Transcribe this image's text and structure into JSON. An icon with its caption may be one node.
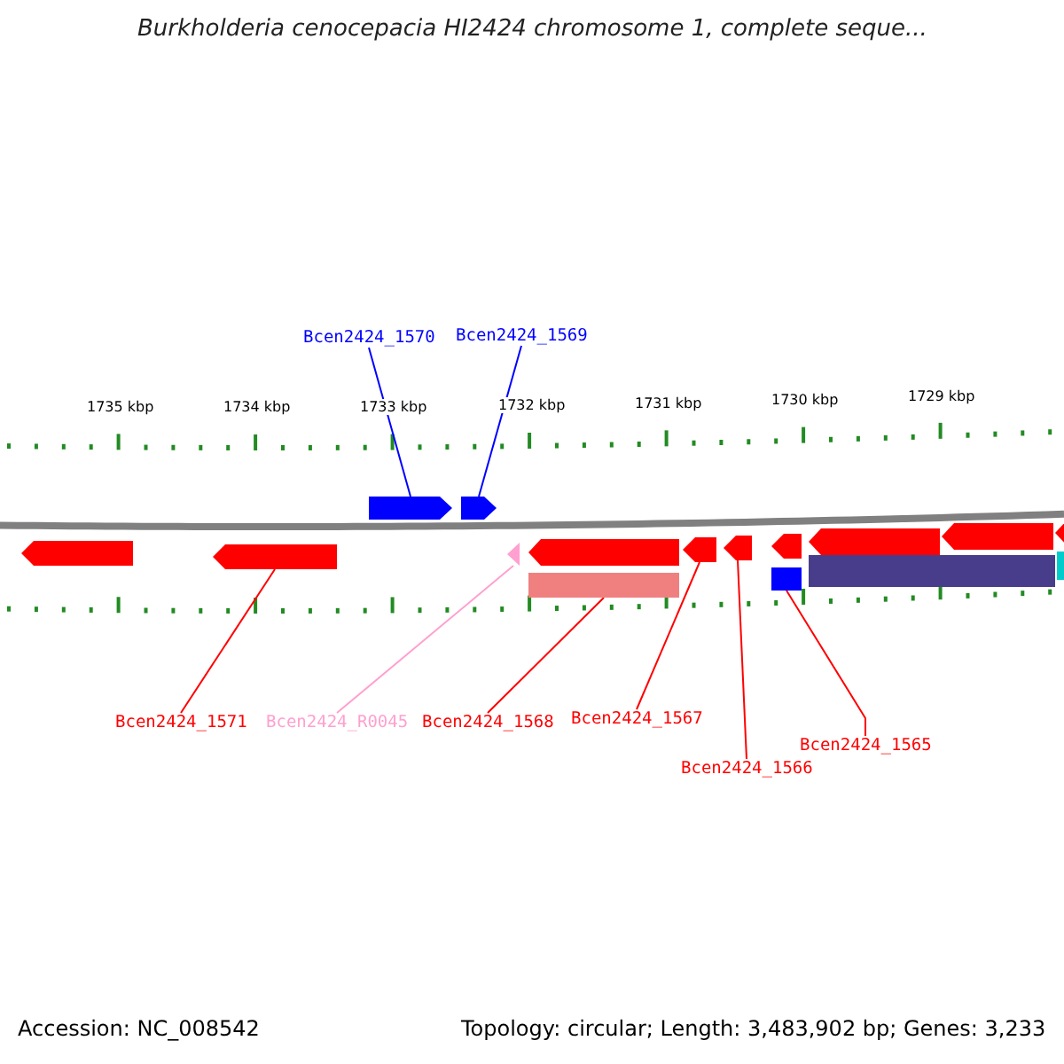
{
  "diagram": {
    "title": "Burkholderia cenocepacia HI2424 chromosome 1, complete seque...",
    "nodes": [
      {
        "text": [
          "Bcen2424_1570"
        ]
      },
      {
        "text": [
          "Bcen2424_1569"
        ]
      },
      {
        "text": [
          "Bcen2424_1571"
        ]
      },
      {
        "text": [
          "Bcen2424_R0045"
        ]
      },
      {
        "text": [
          "Bcen2424_1568"
        ]
      },
      {
        "text": [
          "Bcen2424_1567"
        ]
      },
      {
        "text": [
          "Bcen2424_1566"
        ]
      },
      {
        "text": [
          "Bcen2424_1565"
        ]
      },
      {
        "text": [],
        "shape": "arrow"
      },
      {
        "text": [],
        "shape": "arrow"
      },
      {
        "text": [],
        "shape": "arrow"
      },
      {
        "text": [],
        "shape": "arrow"
      },
      {
        "text": [],
        "shape": "arrow"
      },
      {
        "text": [],
        "shape": "arrow"
      },
      {
        "text": [],
        "shape": "arrow"
      },
      {
        "text": [],
        "shape": "arrow"
      },
      {
        "text": [],
        "shape": "arrow"
      },
      {
        "text": [],
        "shape": "arrow"
      },
      {
        "text": [],
        "shape": "arrow"
      },
      {
        "text": [],
        "shape": "arrow"
      },
      {
        "text": [],
        "shape": "bar"
      },
      {
        "text": [],
        "shape": "bar"
      },
      {
        "text": [],
        "shape": "bar"
      },
      {
        "text": [],
        "shape": "bar"
      }
    ],
    "edges": [
      {
        "from": 0,
        "to": 8,
        "arrow": "none",
        "color": "#0000ff"
      },
      {
        "from": 1,
        "to": 9,
        "arrow": "none",
        "color": "#0000ff"
      },
      {
        "from": 2,
        "to": 11,
        "arrow": "none"
      },
      {
        "from": 3,
        "to": 12,
        "arrow": "none",
        "color": "#ffa0d0"
      },
      {
        "from": 4,
        "to": 20,
        "arrow": "none"
      },
      {
        "from": 5,
        "to": 14,
        "arrow": "none"
      },
      {
        "from": 6,
        "to": 15,
        "arrow": "none"
      },
      {
        "from": 7,
        "to": 21,
        "arrow": "none"
      }
    ],
    "labels": [
      "1735 kbp",
      "1734 kbp",
      "1733 kbp",
      "1732 kbp",
      "1731 kbp",
      "1730 kbp",
      "1729 kbp",
      "Accession: NC_008542",
      "Topology: circular; Length: 3,483,902 bp; Genes: 3,233"
    ]
  }
}
